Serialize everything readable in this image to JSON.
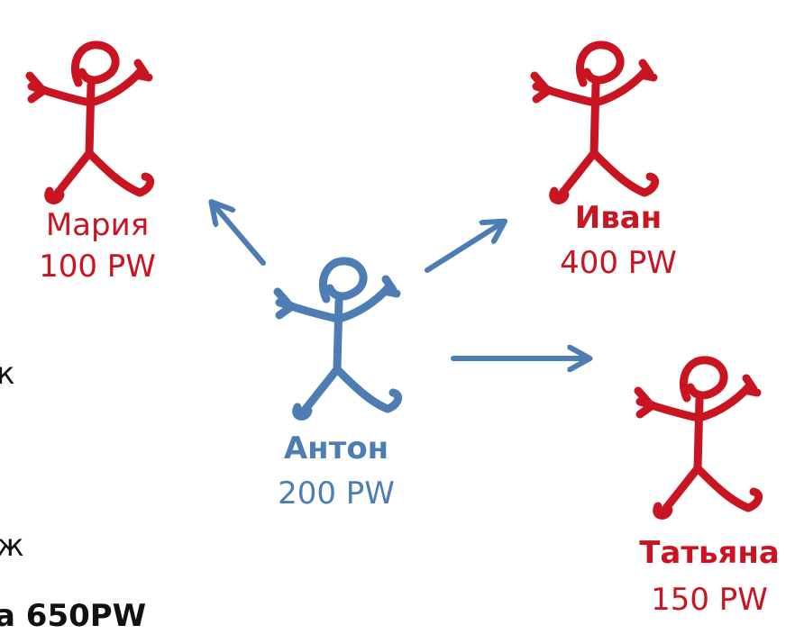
{
  "colors": {
    "red": "#C91522",
    "blue": "#4E7DB3"
  },
  "people": {
    "maria": {
      "name": "Мария",
      "points": "100 PW",
      "color": "red",
      "icon": "stick-figure-icon"
    },
    "ivan": {
      "name": "Иван",
      "points": "400 PW",
      "color": "red",
      "icon": "stick-figure-icon"
    },
    "anton": {
      "name": "Антон",
      "points": "200 PW",
      "color": "blue",
      "icon": "stick-figure-icon"
    },
    "tatyana": {
      "name": "Татьяна",
      "points": "150 PW",
      "color": "red",
      "icon": "stick-figure-icon"
    }
  },
  "arrows": [
    {
      "from": "anton",
      "to": "maria"
    },
    {
      "from": "anton",
      "to": "ivan"
    },
    {
      "from": "anton",
      "to": "tatyana"
    }
  ],
  "left_edge_text": {
    "fragment_1": "к",
    "fragment_2": "ж",
    "fragment_3": "а 650PW"
  }
}
